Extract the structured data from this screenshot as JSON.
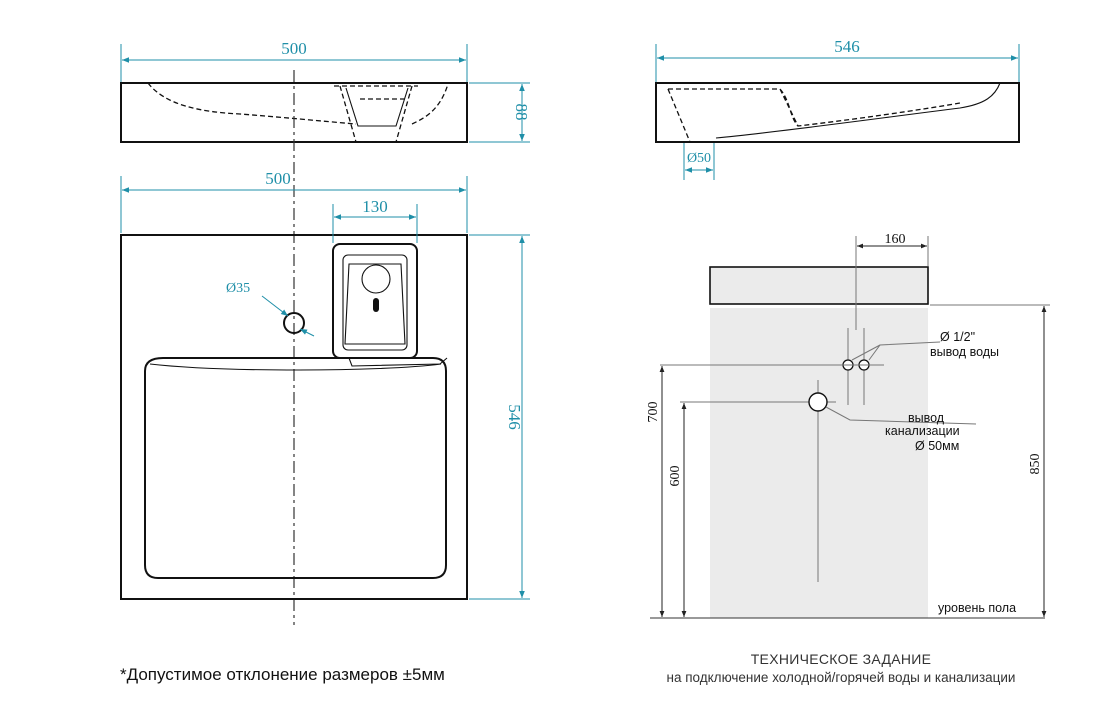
{
  "dimensions": {
    "top_width": "500",
    "top_height": "88",
    "side_width": "546",
    "side_drain": "Ø50",
    "plan_width": "500",
    "plan_faucet": "130",
    "plan_hole": "Ø35",
    "plan_depth": "546",
    "install_offset": "160",
    "install_water_height": "700",
    "install_drain_height": "600",
    "install_total_height": "850"
  },
  "labels": {
    "water_size": "Ø 1/2\"",
    "water_outlet": "вывод воды",
    "drain_line1": "вывод",
    "drain_line2": "канализации",
    "drain_size": "Ø 50мм",
    "floor_level": "уровень пола"
  },
  "footer": {
    "tolerance_note": "*Допустимое отклонение размеров ±5мм",
    "spec_title": "ТЕХНИЧЕСКОЕ ЗАДАНИЕ",
    "spec_subtitle": "на подключение холодной/горячей воды и канализации"
  },
  "colors": {
    "dimension": "#1f8fa8",
    "outline": "#111111",
    "wall_fill": "#ebebeb"
  }
}
